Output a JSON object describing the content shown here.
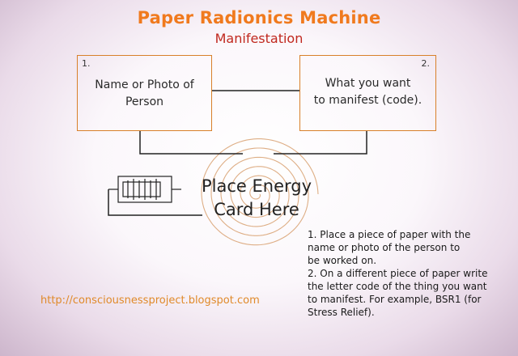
{
  "title": "Paper Radionics Machine",
  "subtitle": "Manifestation",
  "box1": {
    "number": "1.",
    "line1": "Name or Photo of",
    "line2": "Person"
  },
  "box2": {
    "number": "2.",
    "line1": "What you want",
    "line2": "to manifest (code)."
  },
  "center": {
    "line1": "Place Energy",
    "line2": "Card Here"
  },
  "url": "http://consciousnessproject.blogspot.com",
  "instructions": {
    "l1": "1. Place a piece of paper with the",
    "l2": "name or photo of the person to",
    "l3": "be worked on.",
    "l4": "2. On a different piece of paper write",
    "l5": "the letter code of the thing you want",
    "l6": "to manifest. For example, BSR1 (for",
    "l7": "Stress Relief)."
  },
  "colors": {
    "title": "#f07a1e",
    "subtitle": "#c0281e",
    "box_border": "#d8802a",
    "url": "#e08a2a"
  },
  "icons": [
    "spiral-icon",
    "resistor-icon"
  ]
}
